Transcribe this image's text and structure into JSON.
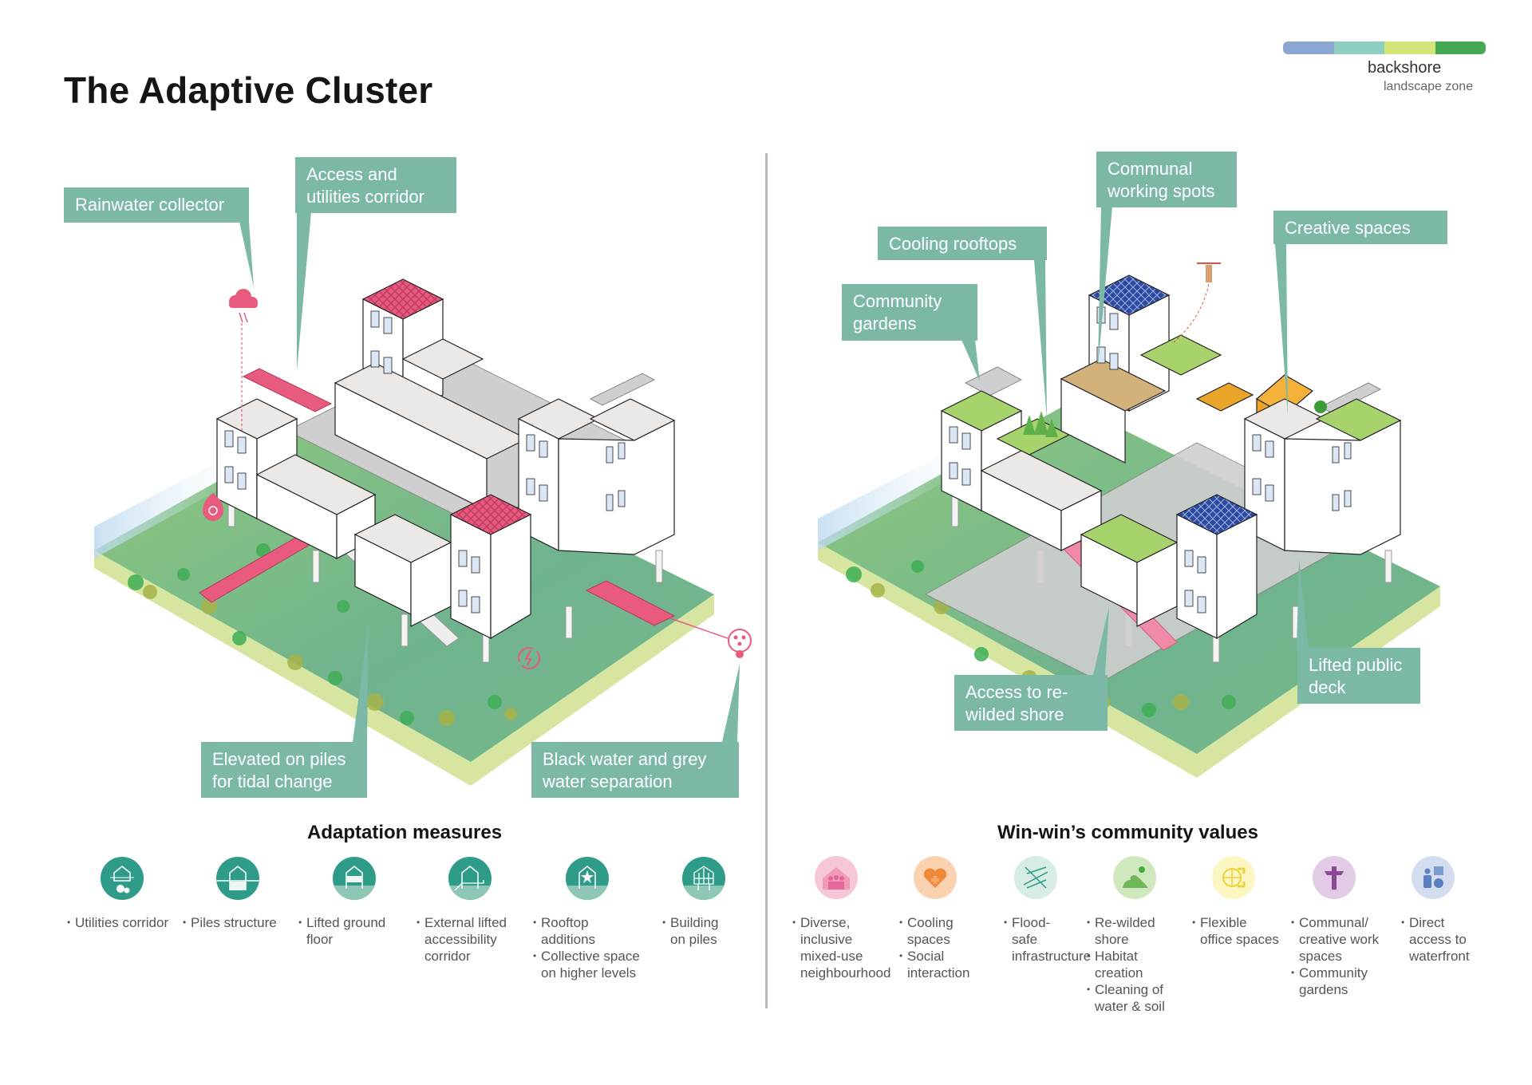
{
  "page": {
    "title": "The Adaptive Cluster"
  },
  "zone_indicator": {
    "label": "backshore",
    "sublabel": "landscape zone",
    "segments": [
      "#8aa6d1",
      "#8fcfc0",
      "#d4e27a",
      "#45a854"
    ],
    "marker_position": 0.6
  },
  "left_diagram": {
    "callouts": [
      {
        "text": "Rainwater collector"
      },
      {
        "text": "Access and utilities corridor"
      },
      {
        "text": "Elevated on piles for tidal change"
      },
      {
        "text": "Black water and grey water separation"
      }
    ]
  },
  "right_diagram": {
    "callouts": [
      {
        "text": "Community gardens"
      },
      {
        "text": "Cooling rooftops"
      },
      {
        "text": "Communal working spots"
      },
      {
        "text": "Creative spaces"
      },
      {
        "text": "Access to re-wilded shore"
      },
      {
        "text": "Lifted public deck"
      }
    ]
  },
  "adaptation": {
    "heading": "Adaptation measures",
    "color": "#2e9c88",
    "items": [
      {
        "icon": "utilities-gear-house-icon",
        "bullets": [
          "Utilities corridor"
        ]
      },
      {
        "icon": "piles-structure-house-icon",
        "bullets": [
          "Piles structure"
        ]
      },
      {
        "icon": "lifted-floor-house-icon",
        "bullets": [
          "Lifted ground floor"
        ]
      },
      {
        "icon": "external-corridor-house-icon",
        "bullets": [
          "External lifted accessibility corridor"
        ]
      },
      {
        "icon": "rooftop-star-house-icon",
        "bullets": [
          "Rooftop additions",
          "Collective space on higher levels"
        ]
      },
      {
        "icon": "building-grid-on-piles-icon",
        "bullets": [
          "Building on piles"
        ]
      }
    ]
  },
  "community": {
    "heading": "Win-win’s community values",
    "items": [
      {
        "icon": "family-house-icon",
        "color": "#f7c6d8",
        "accent": "#e6689a",
        "bullets": [
          "Diverse, inclusive mixed-use neighbourhood"
        ]
      },
      {
        "icon": "heart-icon",
        "color": "#fbd2b0",
        "accent": "#ee8a3a",
        "bullets": [
          "Cooling spaces",
          "Social interaction"
        ]
      },
      {
        "icon": "grid-arrows-icon",
        "color": "#d7ece4",
        "accent": "#2e9c88",
        "bullets": [
          "Flood-safe infrastructure"
        ]
      },
      {
        "icon": "hill-sun-icon",
        "color": "#cfe8bd",
        "accent": "#6fb75a",
        "bullets": [
          "Re-wilded shore",
          "Habitat creation",
          "Cleaning of water & soil"
        ]
      },
      {
        "icon": "globe-arrows-icon",
        "color": "#fbf6c2",
        "accent": "#e9d23a",
        "bullets": [
          "Flexible office spaces"
        ]
      },
      {
        "icon": "totem-icon",
        "color": "#e2cbe5",
        "accent": "#8a4a93",
        "bullets": [
          "Communal/ creative work spaces",
          "Community gardens"
        ]
      },
      {
        "icon": "person-ball-icon",
        "color": "#d4dcef",
        "accent": "#5b80c2",
        "bullets": [
          "Direct access to waterfront"
        ]
      }
    ]
  }
}
